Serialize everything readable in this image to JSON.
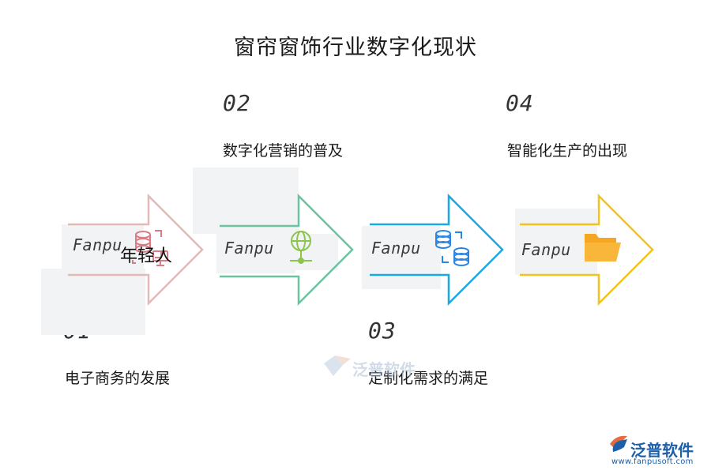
{
  "title": "窗帘窗饰行业数字化现状",
  "steps": [
    {
      "number": "01",
      "label": "电子商务的发展",
      "color": "#e3b9b8",
      "icon": "database-monitor-icon",
      "icon_color": "#d97c86"
    },
    {
      "number": "02",
      "label": "数字化营销的普及",
      "color": "#6cc3a0",
      "icon": "globe-network-icon",
      "icon_color": "#8dc44e"
    },
    {
      "number": "03",
      "label": "定制化需求的满足",
      "color": "#1aa7e6",
      "icon": "database-sync-icon",
      "icon_color": "#2a86e0"
    },
    {
      "number": "04",
      "label": "智能化生产的出现",
      "color": "#f4c21c",
      "icon": "folder-icon",
      "icon_color": "#f5a623"
    }
  ],
  "placeholder_text": "Fanpu",
  "overlay_text": "年轻人",
  "watermark": {
    "text": "泛普软件"
  },
  "logo": {
    "name": "泛普软件",
    "url": "www.fanpusoft.com",
    "color": "#1d5fa8"
  }
}
